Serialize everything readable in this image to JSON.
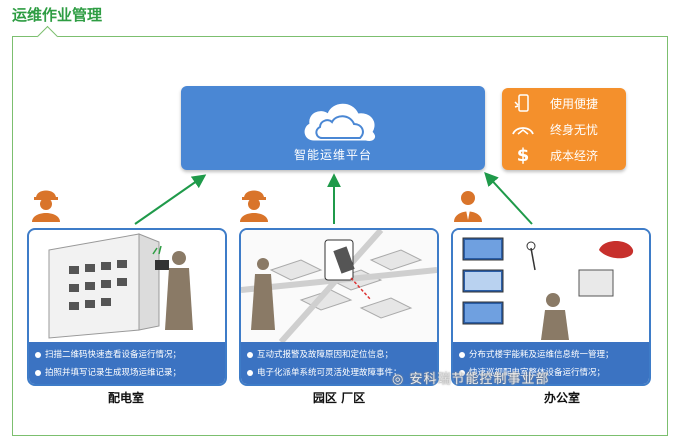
{
  "section_title": "运维作业管理",
  "platform": {
    "label": "智能运维平台",
    "icon": "cloud-icon"
  },
  "benefits": [
    {
      "icon": "phone-tap-icon",
      "label": "使用便捷"
    },
    {
      "icon": "handshake-icon",
      "label": "终身无忧"
    },
    {
      "icon": "dollar-icon",
      "label": "成本经济"
    }
  ],
  "panels": [
    {
      "caption": "配电室",
      "notes": [
        "扫描二维码快速查看设备运行情况；",
        "拍照并填写记录生成现场运维记录；"
      ]
    },
    {
      "caption": "园区 厂区",
      "notes": [
        "互动式报警及故障原因和定位信息；",
        "电子化派单系统可灵活处理故障事件；"
      ]
    },
    {
      "caption": "办公室",
      "notes": [
        "分布式楼宇能耗及运维信息统一管理；",
        "快速巡视配电室整体设备运行情况；"
      ]
    }
  ],
  "watermark": "安科瑞节能控制事业部",
  "colors": {
    "accent_green": "#2e9d43",
    "platform_blue": "#4a87d4",
    "benefit_orange": "#f4902c",
    "panel_blue": "#3b73c2",
    "worker_orange": "#d9742a"
  }
}
